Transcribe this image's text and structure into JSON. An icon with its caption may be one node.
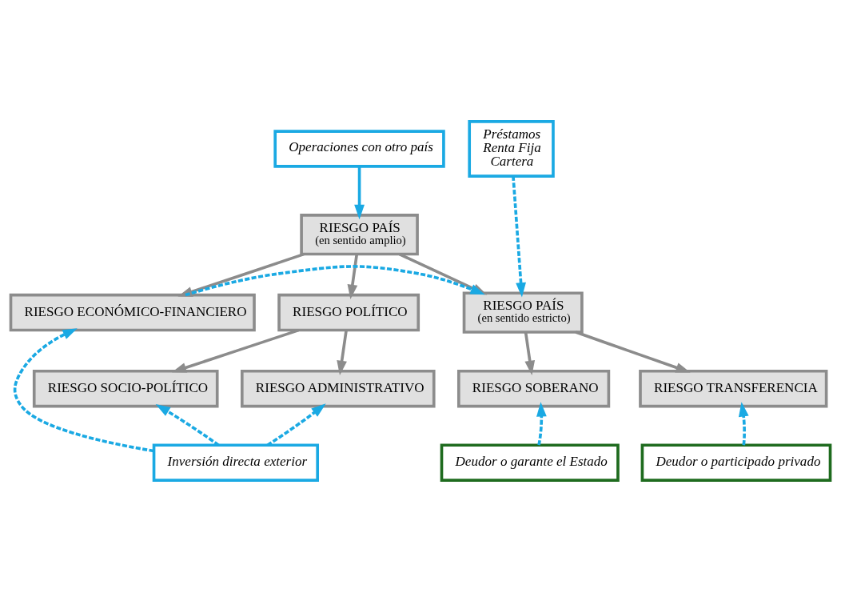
{
  "diagram": {
    "nodes": [
      {
        "text": [
          "Operaciones con otro país"
        ]
      },
      {
        "text": [
          "RIESGO PAÍS",
          "(en sentido amplio)"
        ]
      },
      {
        "text": [
          "Préstamos",
          "Renta Fija",
          "Cartera"
        ]
      },
      {
        "text": [
          "RIESGO ECONÓMICO-FINANCIERO"
        ]
      },
      {
        "text": [
          "RIESGO POLÍTICO"
        ]
      },
      {
        "text": [
          "RIESGO PAÍS",
          "(en sentido estricto)"
        ]
      },
      {
        "text": [
          "RIESGO SOCIO-POLÍTICO"
        ]
      },
      {
        "text": [
          "RIESGO ADMINISTRATIVO"
        ]
      },
      {
        "text": [
          "RIESGO SOBERANO"
        ]
      },
      {
        "text": [
          "RIESGO TRANSFERENCIA"
        ]
      },
      {
        "text": [
          "Inversión directa exterior"
        ]
      },
      {
        "text": [
          "Deudor o garante el Estado"
        ]
      },
      {
        "text": [
          "Deudor o participado privado"
        ]
      }
    ],
    "edges": [
      {
        "from": 0,
        "to": 1,
        "arrow": "to"
      },
      {
        "from": 1,
        "to": 3,
        "arrow": "to",
        "color": "#8c8c8c"
      },
      {
        "from": 1,
        "to": 4,
        "arrow": "to",
        "color": "#8c8c8c"
      },
      {
        "from": 1,
        "to": 5,
        "arrow": "to",
        "color": "#8c8c8c"
      },
      {
        "from": 2,
        "to": 5,
        "arrow": "to",
        "style": "dashed"
      },
      {
        "from": 3,
        "to": 5,
        "arrow": "to",
        "style": "dashed"
      },
      {
        "from": 4,
        "to": 6,
        "arrow": "to",
        "color": "#8c8c8c"
      },
      {
        "from": 4,
        "to": 7,
        "arrow": "to",
        "color": "#8c8c8c"
      },
      {
        "from": 5,
        "to": 8,
        "arrow": "to",
        "color": "#8c8c8c"
      },
      {
        "from": 5,
        "to": 9,
        "arrow": "to",
        "color": "#8c8c8c"
      },
      {
        "from": 10,
        "to": 3,
        "arrow": "to",
        "style": "dashed"
      },
      {
        "from": 10,
        "to": 6,
        "arrow": "to",
        "style": "dashed"
      },
      {
        "from": 10,
        "to": 7,
        "arrow": "to",
        "style": "dashed"
      },
      {
        "from": 11,
        "to": 8,
        "arrow": "to",
        "style": "dashed"
      },
      {
        "from": 12,
        "to": 9,
        "arrow": "to",
        "style": "dashed"
      }
    ]
  }
}
